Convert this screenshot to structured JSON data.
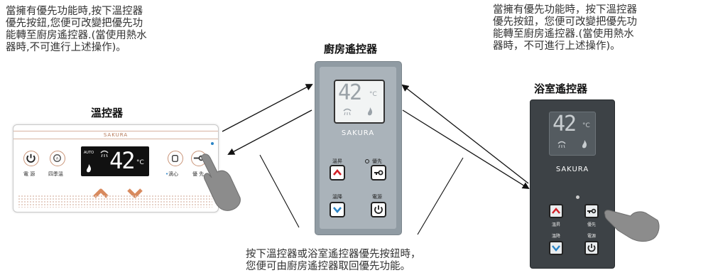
{
  "notes": {
    "left": [
      "當擁有優先功能時,按下溫控器",
      "優先按鈕,您便可改變把優先功",
      "能轉至廚房遙控器.(當使用熱水",
      "器時,不可進行上述操作)。"
    ],
    "right": [
      "當擁有優先功能時，按下溫控器",
      "優先按鈕，您便可改變把優先功",
      "能轉至廚房遙控器.(當使用熱水",
      "器時，不可進行上述操作)。"
    ],
    "bottom": [
      "按下溫控器或浴室遙控器優先按鈕時，",
      "您便可由廚房遙控器取回優先功能。"
    ]
  },
  "titles": {
    "thermostat": "溫控器",
    "kitchen": "廚房遙控器",
    "bath": "浴室遙控器"
  },
  "thermostat": {
    "brand": "SAKURA",
    "auto": "AUTO",
    "temp": "42",
    "unit": "°C",
    "labels": {
      "power": "電 源",
      "seasons": "四季溫",
      "care": "滴心",
      "priority": "優 先"
    }
  },
  "kitchen": {
    "temp": "42",
    "unit": "°C",
    "brand": "SAKURA",
    "labels": {
      "up": "溫昇",
      "priority": "優先",
      "down": "溫降",
      "power": "電源"
    }
  },
  "bath": {
    "temp": "42",
    "unit": "°C",
    "brand": "SAKURA",
    "labels": {
      "up": "溫昇",
      "priority": "優先",
      "down": "溫降",
      "power": "電源"
    }
  },
  "colors": {
    "accent_red": "#d21f26",
    "accent_blue": "#2a84c6",
    "thermo_accent": "#c99478"
  },
  "icons": [
    "up-arrow-icon",
    "down-arrow-icon",
    "power-icon",
    "key-icon",
    "flame-icon",
    "shower-icon",
    "pointing-hand-icon"
  ]
}
